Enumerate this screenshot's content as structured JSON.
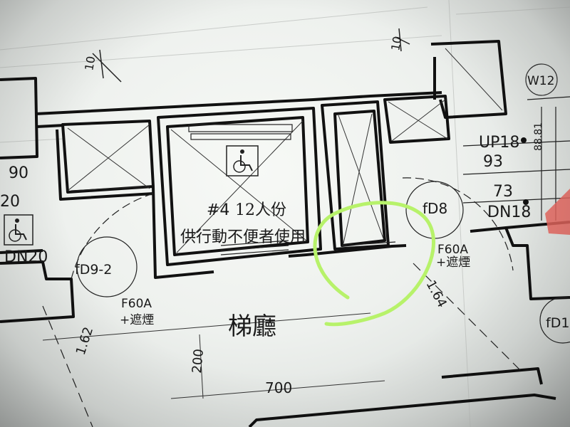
{
  "plan": {
    "elevator_number": "#4",
    "elevator_capacity": "12人份",
    "elevator_note": "供行動不便者使用",
    "lobby_label": "梯廳",
    "door_left_id": "fD9-2",
    "door_left_rating": "F60A",
    "door_left_smoke": "+遮煙",
    "door_right_id": "fD8",
    "door_right_rating": "F60A",
    "door_right_smoke": "+遮煙",
    "door_far_right_id": "fD1",
    "stair_left_top": "90",
    "stair_left_mid": "20",
    "stair_left_dn": "DN20",
    "stair_right_up": "UP18",
    "stair_right_93": "93",
    "stair_right_73": "73",
    "stair_right_dn": "DN18",
    "stair_right_vert": "88.81",
    "dim_1_62": "1.62",
    "dim_1_64": "1.64",
    "dim_200": "200",
    "dim_700": "700",
    "dim_top_left": "10",
    "dim_top_right": "10",
    "wall_tag": "W12"
  },
  "colors": {
    "paper": "#f4f6f3",
    "ink": "#1a1a1a",
    "highlight": "#b7f26a",
    "red_marker": "#e8675f"
  }
}
